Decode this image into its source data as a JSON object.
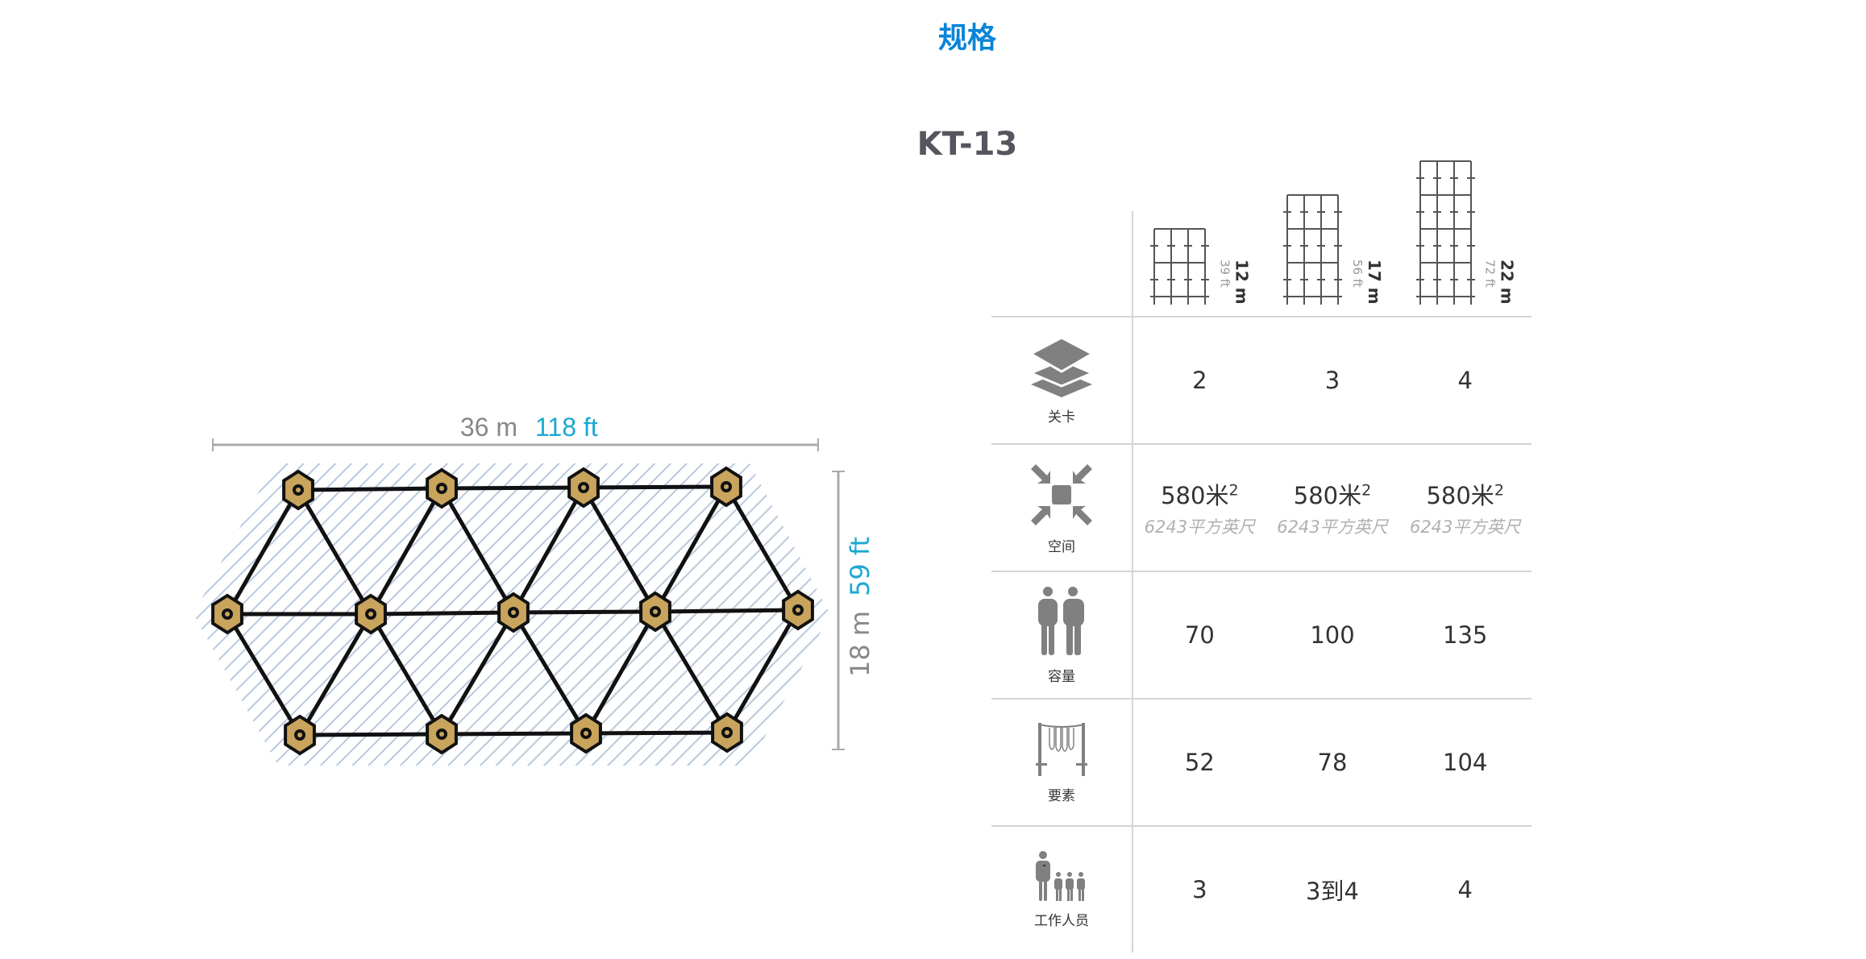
{
  "page": {
    "title": "规格",
    "model": "KT-13"
  },
  "diagram": {
    "width_m": "36 m",
    "width_ft": "118 ft",
    "height_m": "18 m",
    "height_ft": "59 ft",
    "colors": {
      "node": "#c9a45c",
      "hatch": "#b9c9dd",
      "ft_label": "#1ba8d0",
      "m_label": "#888888"
    }
  },
  "table": {
    "columns": [
      {
        "height_m": "12 m",
        "height_ft": "39 ft",
        "levels": 2
      },
      {
        "height_m": "17 m",
        "height_ft": "56 ft",
        "levels": 3
      },
      {
        "height_m": "22 m",
        "height_ft": "72 ft",
        "levels": 4
      }
    ],
    "rows": [
      {
        "icon": "layers-icon",
        "label": "关卡",
        "values": [
          "2",
          "3",
          "4"
        ]
      },
      {
        "icon": "area-compress-icon",
        "label": "空间",
        "values": [
          "580米",
          "580米",
          "580米"
        ],
        "sup": "2",
        "sub": [
          "6243平方英尺",
          "6243平方英尺",
          "6243平方英尺"
        ]
      },
      {
        "icon": "people-icon",
        "label": "容量",
        "values": [
          "70",
          "100",
          "135"
        ]
      },
      {
        "icon": "rope-element-icon",
        "label": "要素",
        "values": [
          "52",
          "78",
          "104"
        ]
      },
      {
        "icon": "staff-icon",
        "label": "工作人员",
        "values": [
          "3",
          "3到4",
          "4"
        ]
      }
    ]
  }
}
